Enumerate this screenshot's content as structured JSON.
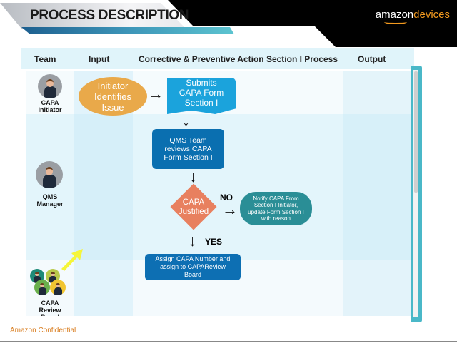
{
  "header": {
    "title": "PROCESS DESCRIPTION",
    "logo_main": "amazon",
    "logo_sub": "devices"
  },
  "table": {
    "columns": [
      "Team",
      "Input",
      "Corrective & Preventive Action Section I Process",
      "Output"
    ]
  },
  "teams": [
    {
      "label": "CAPA Initiator"
    },
    {
      "label": "QMS Manager"
    },
    {
      "label": "CAPA Review Board"
    }
  ],
  "flow": {
    "start": "Initiator Identifies Issue",
    "submit": "Submits CAPA Form Section I",
    "review": "QMS Team reviews CAPA Form Section I",
    "decision": "CAPA Justified",
    "no_label": "NO",
    "yes_label": "YES",
    "notify": "Notify CAPA From Section I Initiator, update Form Section I with reason",
    "assign": "Assign CAPA Number and assign to CAPAReview Board"
  },
  "footer": {
    "text": "Amazon Confidential"
  },
  "colors": {
    "start": "#e9a94a",
    "submit": "#1ba3dc",
    "review": "#0a6fb0",
    "decision": "#e8805f",
    "notify": "#2a8e96",
    "assign": "#0d6fb3"
  }
}
